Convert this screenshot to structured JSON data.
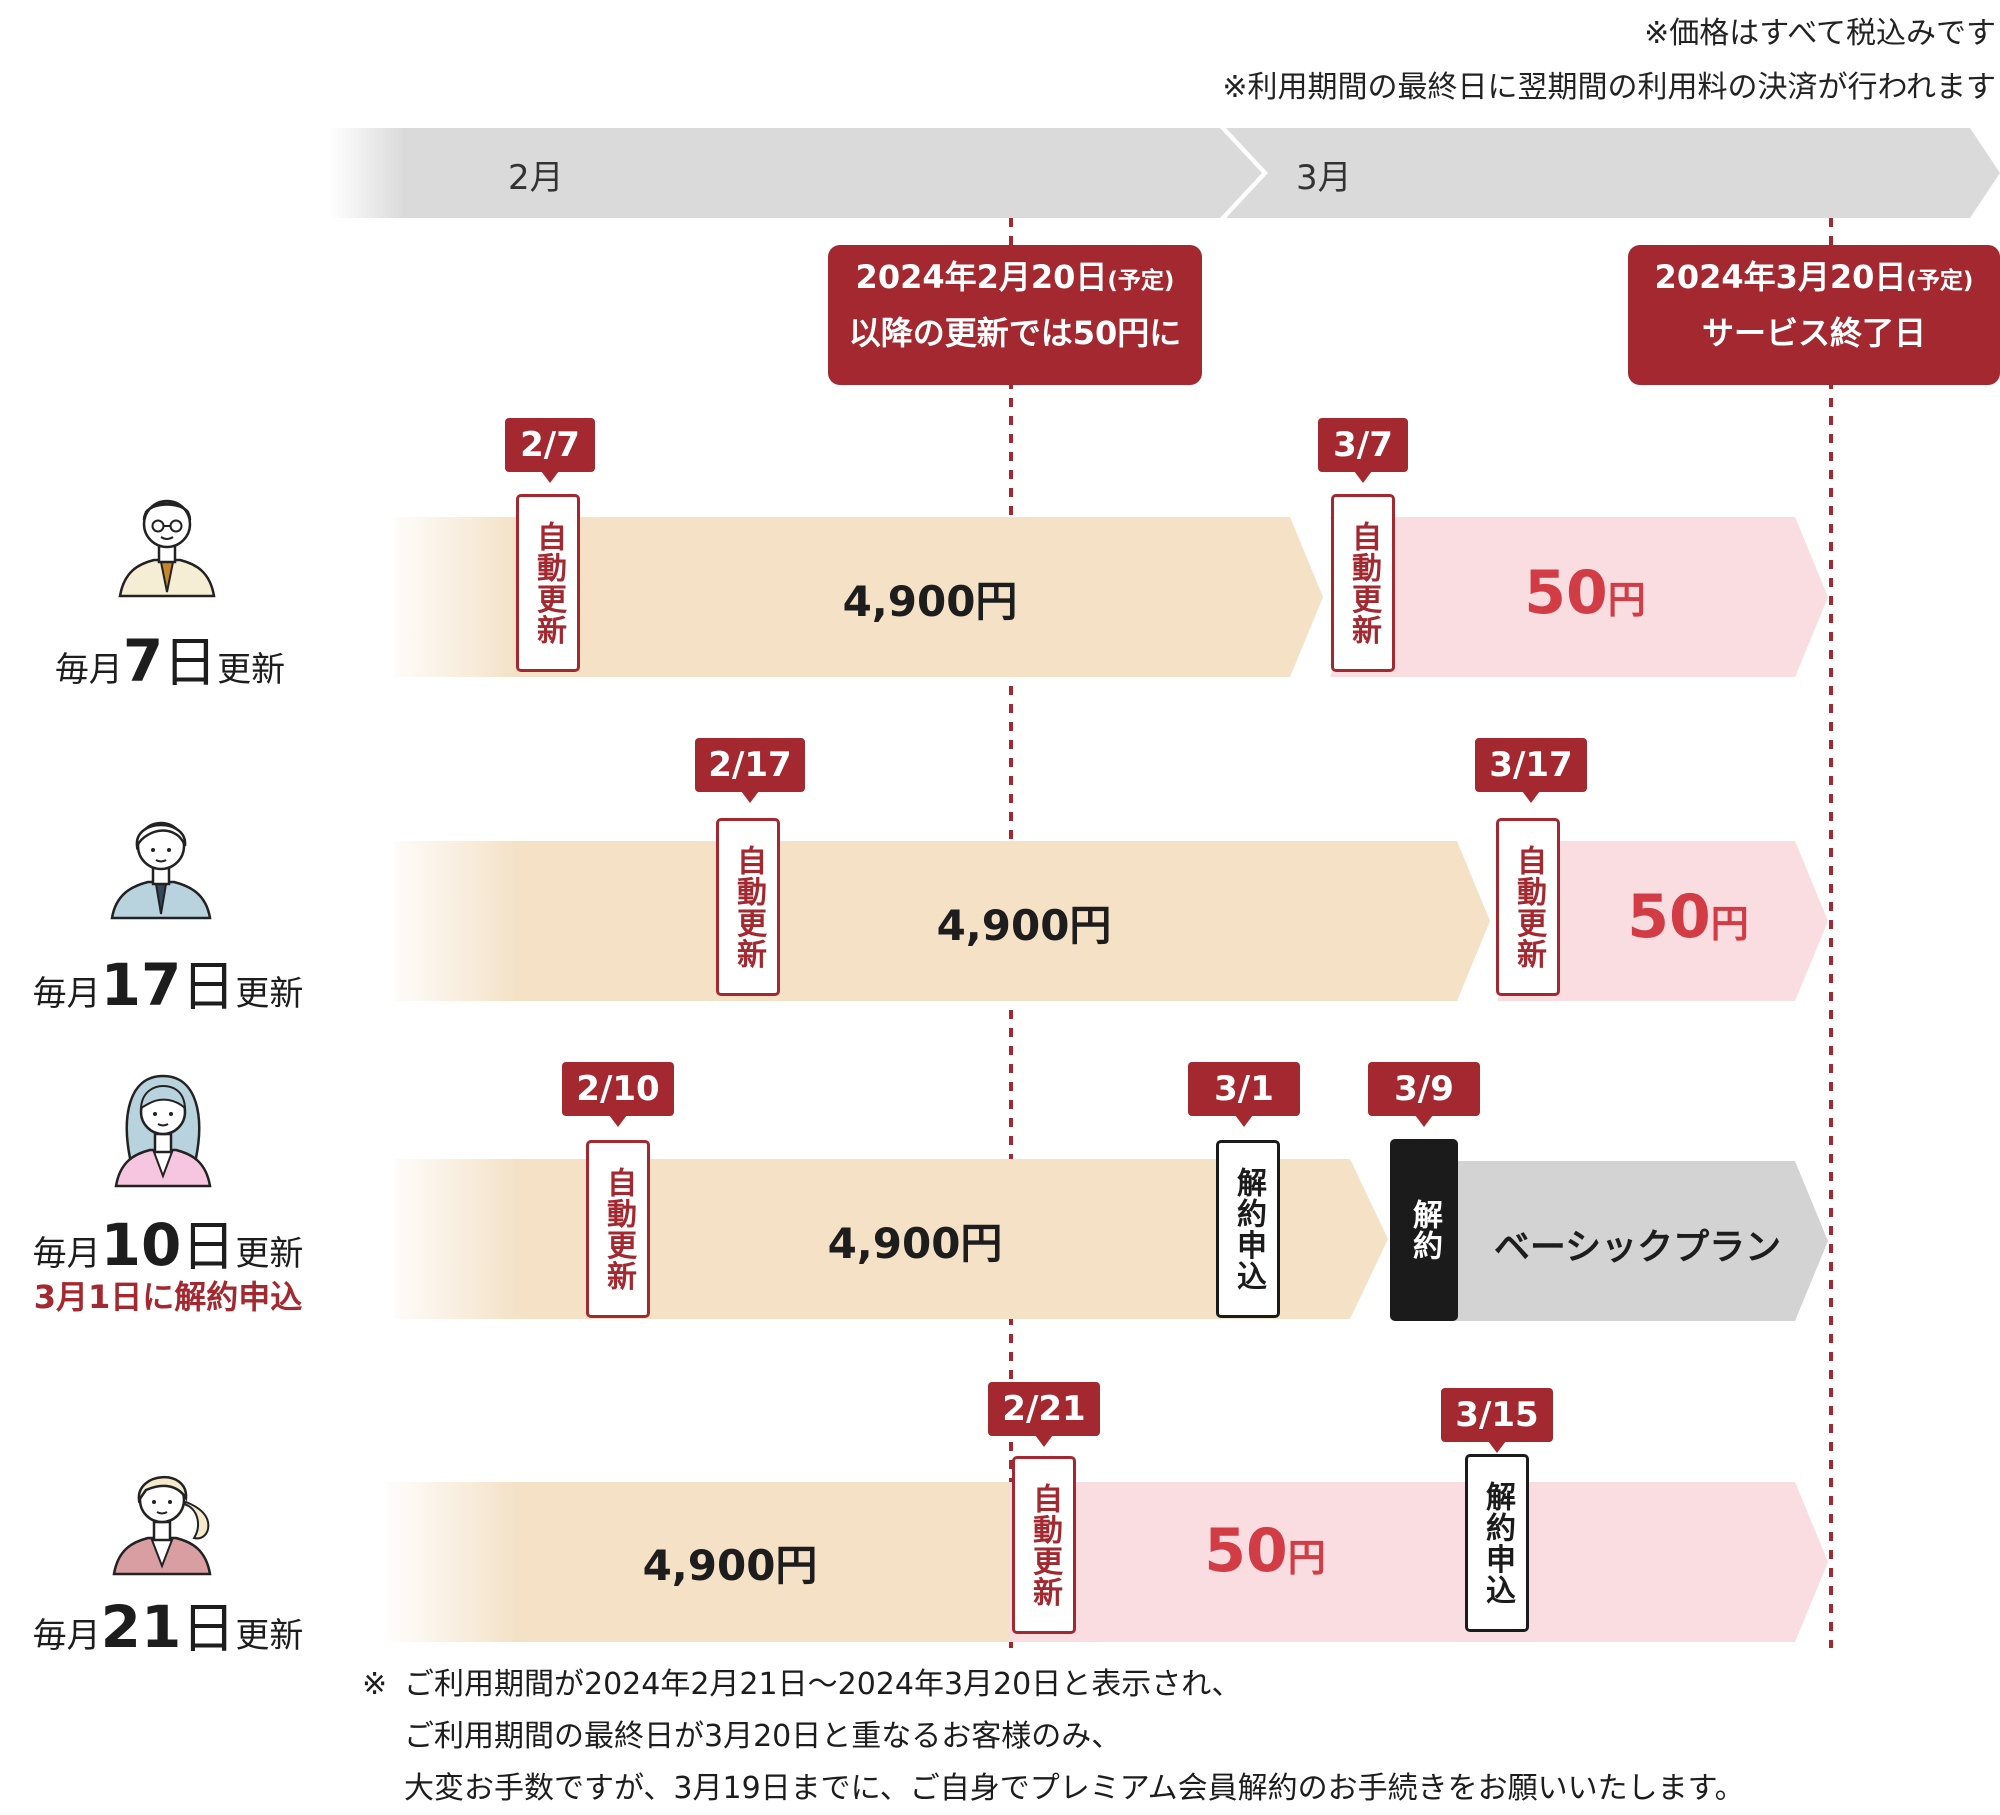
{
  "notes": [
    "※価格はすべて税込みです",
    "※利用期間の最終日に翌期間の利用料の決済が行われます"
  ],
  "months": [
    "2月",
    "3月"
  ],
  "callouts": {
    "price_change": {
      "date": "2024年2月20日",
      "tag": "(予定)",
      "text": "以降の更新では50円に"
    },
    "service_end": {
      "date": "2024年3月20日",
      "tag": "(予定)",
      "text": "サービス終了日"
    }
  },
  "labels": {
    "auto_renew": "自動更新",
    "cancel_request": "解約申込",
    "cancel": "解約",
    "price_full": "4,900円",
    "price_low_num": "50",
    "price_low_unit": "円",
    "basic_plan": "ベーシックプラン"
  },
  "rows": [
    {
      "prefix": "毎月",
      "num": "7",
      "day": "日",
      "suffix": "更新",
      "dates": [
        "2/7",
        "3/7"
      ]
    },
    {
      "prefix": "毎月",
      "num": "17",
      "day": "日",
      "suffix": "更新",
      "dates": [
        "2/17",
        "3/17"
      ]
    },
    {
      "prefix": "毎月",
      "num": "10",
      "day": "日",
      "suffix": "更新",
      "note": "3月1日に解約申込",
      "dates": [
        "2/10",
        "3/1",
        "3/9"
      ]
    },
    {
      "prefix": "毎月",
      "num": "21",
      "day": "日",
      "suffix": "更新",
      "dates": [
        "2/21",
        "3/15"
      ]
    }
  ],
  "footnote": {
    "mark": "※",
    "line1": "ご利用期間が2024年2月21日〜2024年3月20日と表示され、",
    "line2": "ご利用期間の最終日が3月20日と重なるお客様のみ、",
    "line3": "大変お手数ですが、3月19日までに、ご自身でプレミアム会員解約のお手続きをお願いいたします。"
  },
  "colors": {
    "accent": "#a3282f",
    "beige": "#f4e1c6",
    "pink": "#fadde0",
    "gray": "#d3d3d3",
    "price_pink": "#d13c45"
  }
}
